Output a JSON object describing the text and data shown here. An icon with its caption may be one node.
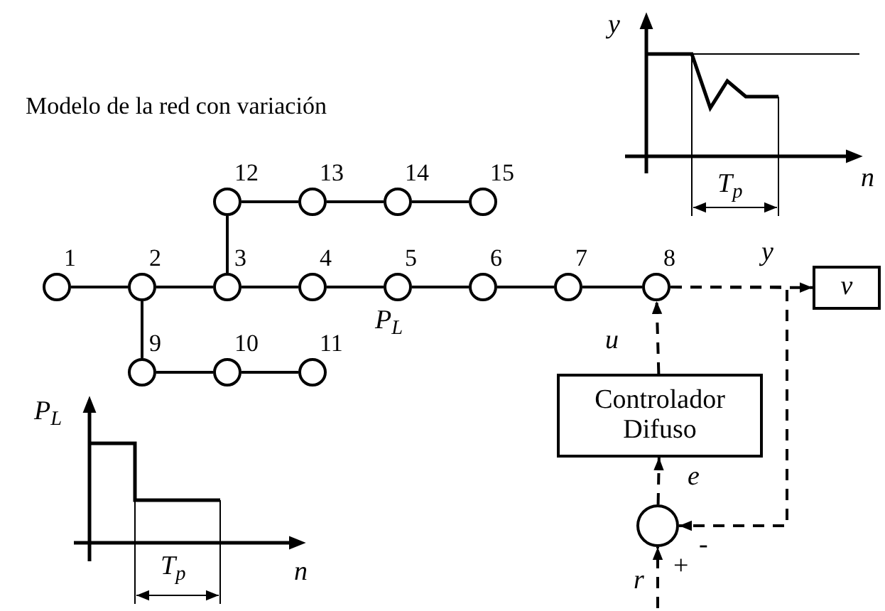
{
  "diagram": {
    "title": "Modelo de la red con variación",
    "nodes": [
      {
        "text": [
          "1"
        ]
      },
      {
        "text": [
          "2"
        ]
      },
      {
        "text": [
          "3"
        ]
      },
      {
        "text": [
          "4"
        ]
      },
      {
        "text": [
          "5"
        ],
        "beside": [
          "P$_{L}$"
        ]
      },
      {
        "text": [
          "6"
        ]
      },
      {
        "text": [
          "7"
        ]
      },
      {
        "text": [
          "8"
        ]
      },
      {
        "text": [
          "9"
        ]
      },
      {
        "text": [
          "10"
        ]
      },
      {
        "text": [
          "11"
        ]
      },
      {
        "text": [
          "12"
        ]
      },
      {
        "text": [
          "13"
        ]
      },
      {
        "text": [
          "14"
        ]
      },
      {
        "text": [
          "15"
        ]
      },
      {
        "text": [
          "v"
        ]
      },
      {
        "text": [
          "Controlador Difuso"
        ]
      },
      {
        "text": [],
        "shape": "circle"
      }
    ],
    "edges": [
      {
        "from": 0,
        "to": 1,
        "arrow": "none"
      },
      {
        "from": 1,
        "to": 2,
        "arrow": "none"
      },
      {
        "from": 2,
        "to": 3,
        "arrow": "none"
      },
      {
        "from": 3,
        "to": 4,
        "arrow": "none"
      },
      {
        "from": 4,
        "to": 5,
        "arrow": "none"
      },
      {
        "from": 5,
        "to": 6,
        "arrow": "none"
      },
      {
        "from": 6,
        "to": 7,
        "arrow": "none"
      },
      {
        "from": 1,
        "to": 8,
        "arrow": "none"
      },
      {
        "from": 8,
        "to": 9,
        "arrow": "none"
      },
      {
        "from": 9,
        "to": 10,
        "arrow": "none"
      },
      {
        "from": 2,
        "to": 11,
        "arrow": "none"
      },
      {
        "from": 11,
        "to": 12,
        "arrow": "none"
      },
      {
        "from": 12,
        "to": 13,
        "arrow": "none"
      },
      {
        "from": 13,
        "to": 14,
        "arrow": "none"
      },
      {
        "from": 7,
        "to": 15,
        "arrow": "to",
        "label": "y",
        "style": "dashed"
      },
      {
        "from": 7,
        "to": 17,
        "arrow": "to",
        "style": "dashed"
      },
      {
        "from": 16,
        "to": 7,
        "arrow": "to",
        "label": "u",
        "style": "dashed"
      },
      {
        "from": 17,
        "to": 16,
        "arrow": "to",
        "label": "e",
        "style": "dashed"
      },
      {
        "from": null,
        "to": 17,
        "arrow": "to",
        "label": "r",
        "style": "dashed"
      }
    ],
    "labels": [
      "y",
      "n",
      "T$_{p}$",
      "-",
      "+",
      "P$_{L}$",
      "T$_{p}$",
      "n"
    ]
  }
}
